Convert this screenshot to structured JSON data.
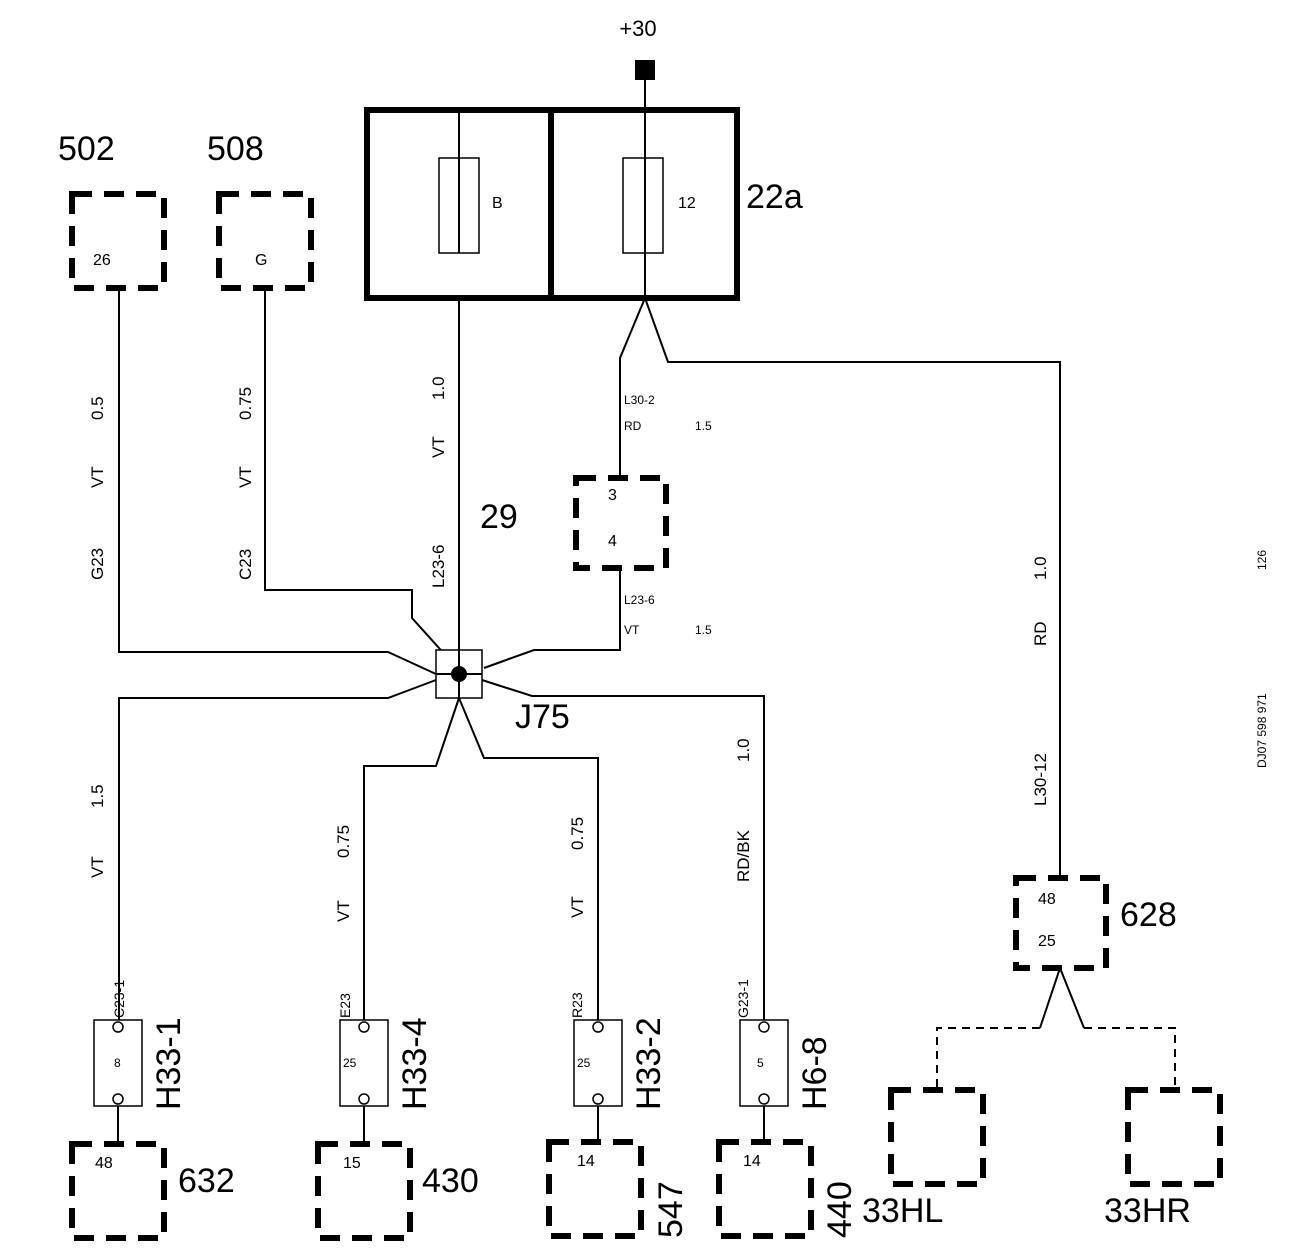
{
  "supply": {
    "label": "+30"
  },
  "fuse_box": {
    "id": "22a",
    "fuse_left": "B",
    "fuse_right": "12"
  },
  "splice": {
    "id": "J75"
  },
  "doc_ref": {
    "code": "DJ07 598 971",
    "page": "126"
  },
  "connectors_top": [
    {
      "id": "502",
      "pin": "26"
    },
    {
      "id": "508",
      "pin": "G"
    }
  ],
  "relay": {
    "id": "29",
    "pin_top": "3",
    "pin_bottom": "4"
  },
  "connector_628": {
    "id": "628",
    "pin_top": "48",
    "pin_bottom": "25"
  },
  "wires": {
    "w502": {
      "size": "0.5",
      "color": "VT",
      "id": "G23"
    },
    "w508": {
      "size": "0.75",
      "color": "VT",
      "id": "C23"
    },
    "wfuseB": {
      "size": "1.0",
      "color": "VT",
      "id": "L23-6"
    },
    "w_relay_in": {
      "id": "L30-2",
      "color": "RD",
      "size": "1.5"
    },
    "w_relay_out": {
      "id": "L23-6",
      "color": "VT",
      "size": "1.5"
    },
    "w628": {
      "size": "1.0",
      "color": "RD",
      "id": "L30-12"
    },
    "w632": {
      "size": "1.5",
      "color": "VT"
    },
    "w430": {
      "size": "0.75",
      "color": "VT"
    },
    "w547": {
      "size": "0.75",
      "color": "VT"
    },
    "w440": {
      "size": "1.0",
      "color": "RD/BK"
    }
  },
  "fuses_bottom": [
    {
      "id": "H33-1",
      "wire_id": "C23-1",
      "pin": "8",
      "conn": "632",
      "conn_pin": "48"
    },
    {
      "id": "H33-4",
      "wire_id": "E23",
      "pin": "25",
      "conn": "430",
      "conn_pin": "15"
    },
    {
      "id": "H33-2",
      "wire_id": "R23",
      "pin": "25",
      "conn": "547",
      "conn_pin": "14"
    },
    {
      "id": "H6-8",
      "wire_id": "G23-1",
      "pin": "5",
      "conn": "440",
      "conn_pin": "14"
    }
  ],
  "lamps": [
    {
      "id": "33HL"
    },
    {
      "id": "33HR"
    }
  ]
}
